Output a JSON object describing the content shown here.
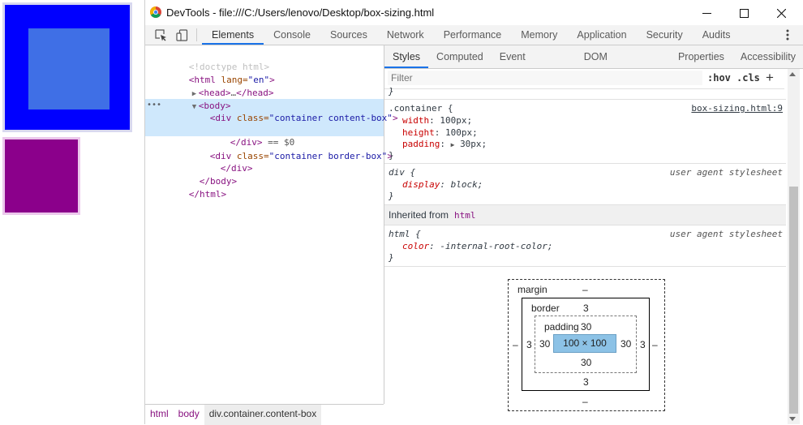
{
  "window": {
    "title": "DevTools - file:///C:/Users/lenovo/Desktop/box-sizing.html",
    "minimize_label": "—",
    "maximize_label": "☐",
    "close_label": "✕"
  },
  "main_tabs": [
    {
      "label": "Elements",
      "active": true
    },
    {
      "label": "Console"
    },
    {
      "label": "Sources"
    },
    {
      "label": "Network"
    },
    {
      "label": "Performance"
    },
    {
      "label": "Memory"
    },
    {
      "label": "Application"
    },
    {
      "label": "Security"
    },
    {
      "label": "Audits"
    }
  ],
  "elements_tree": {
    "doctype": "<!doctype html>",
    "html_open": {
      "tag": "<html",
      "attr": " lang=",
      "val": "\"en\"",
      "close": ">"
    },
    "head": {
      "open": "<head>",
      "ellipsis": "…",
      "close": "</head>"
    },
    "body_open": "<body>",
    "selected_marker": "•••",
    "div1": {
      "open": "<div",
      "attr": " class=",
      "val": "\"container content-box\"",
      "close": ">"
    },
    "div1_close": "</div>",
    "div1_eq": " == $0",
    "div2": {
      "open": "<div",
      "attr": " class=",
      "val": "\"container border-box\"",
      "close": ">"
    },
    "div2_close": "</div>",
    "body_close": "</body>",
    "html_close": "</html>"
  },
  "breadcrumbs": [
    "html",
    "body",
    "div.container.content-box"
  ],
  "styles_tabs": [
    {
      "label": "Styles",
      "active": true
    },
    {
      "label": "Computed"
    },
    {
      "label": "Event Listeners"
    },
    {
      "label": "DOM Breakpoints"
    },
    {
      "label": "Properties"
    },
    {
      "label": "Accessibility"
    }
  ],
  "filter": {
    "placeholder": "Filter",
    "hov": ":hov",
    "cls": ".cls",
    "add": "+"
  },
  "rules": {
    "top_brace": "}",
    "container": {
      "selector": ".container {",
      "source": "box-sizing.html:9",
      "props": [
        {
          "name": "width",
          "value": "100px;"
        },
        {
          "name": "height",
          "value": "100px;"
        },
        {
          "name": "padding",
          "value": "30px;"
        }
      ],
      "close": "}"
    },
    "div_ua": {
      "selector": "div {",
      "source": "user agent stylesheet",
      "prop": "display",
      "value": "block;",
      "close": "}"
    },
    "inherited_label": "Inherited from",
    "inherited_tag": "html",
    "html_ua": {
      "selector": "html {",
      "source": "user agent stylesheet",
      "prop": "color",
      "value": "-internal-root-color;",
      "close": "}"
    }
  },
  "box_model": {
    "margin_label": "margin",
    "margin_top": "–",
    "margin_bottom": "–",
    "margin_left": "–",
    "margin_right": "–",
    "border_label": "border",
    "border_top": "3",
    "border_bottom": "3",
    "border_left": "3",
    "border_right": "3",
    "padding_label": "padding",
    "padding_top": "30",
    "padding_bottom": "30",
    "padding_left": "30",
    "padding_right": "30",
    "content": "100 × 100"
  },
  "colors": {
    "content_box": "#0000ff",
    "content_inner": "#3f6fe6",
    "border_box": "#8b008b",
    "accent": "#1a73e8",
    "selected_row": "#cfe8fc",
    "tag": "#881280"
  }
}
